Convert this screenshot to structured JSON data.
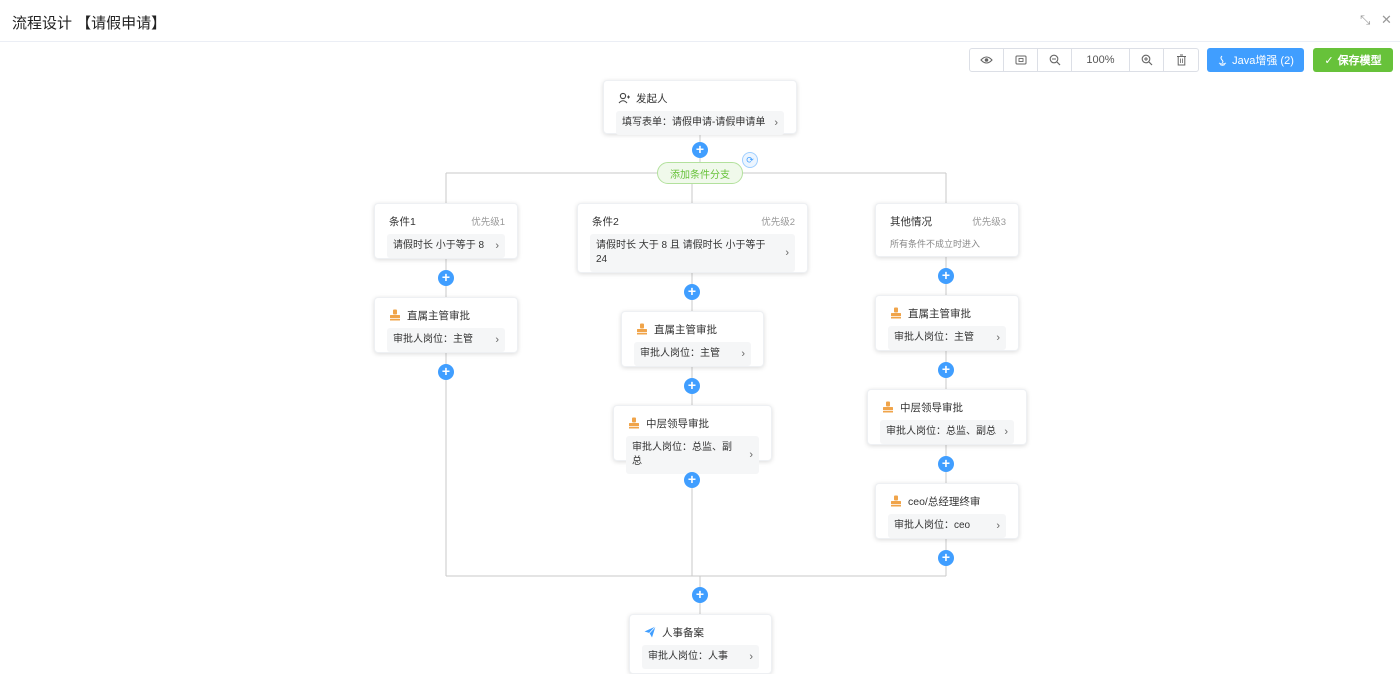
{
  "window": {
    "title": "流程设计 【请假申请】"
  },
  "toolbar": {
    "zoom": "100%",
    "java_label": "Java增强 (2)",
    "save_label": "保存模型"
  },
  "start": {
    "title": "发起人",
    "content": "填写表单：请假申请-请假申请单"
  },
  "add_condition": "添加条件分支",
  "branches": [
    {
      "title": "条件1",
      "priority": "优先级1",
      "content": "请假时长 小于等于 8"
    },
    {
      "title": "条件2",
      "priority": "优先级2",
      "content_line1": "请假时长 大于 8 且 请假时长 小于等于",
      "content_line2": "24"
    },
    {
      "title": "其他情况",
      "priority": "优先级3",
      "desc": "所有条件不成立时进入"
    }
  ],
  "approvals": {
    "b1_1": {
      "title": "直属主管审批",
      "content": "审批人岗位：主管"
    },
    "b2_1": {
      "title": "直属主管审批",
      "content": "审批人岗位：主管"
    },
    "b2_2": {
      "title": "中层领导审批",
      "content": "审批人岗位：总监、副总"
    },
    "b3_1": {
      "title": "直属主管审批",
      "content": "审批人岗位：主管"
    },
    "b3_2": {
      "title": "中层领导审批",
      "content": "审批人岗位：总监、副总"
    },
    "b3_3": {
      "title": "ceo/总经理终审",
      "content": "审批人岗位：ceo"
    }
  },
  "cc": {
    "title": "人事备案",
    "content": "审批人岗位：人事"
  },
  "colors": {
    "primary": "#409eff",
    "success": "#67c23a",
    "approver_icon": "#f0a44a",
    "line": "#cacaca"
  }
}
